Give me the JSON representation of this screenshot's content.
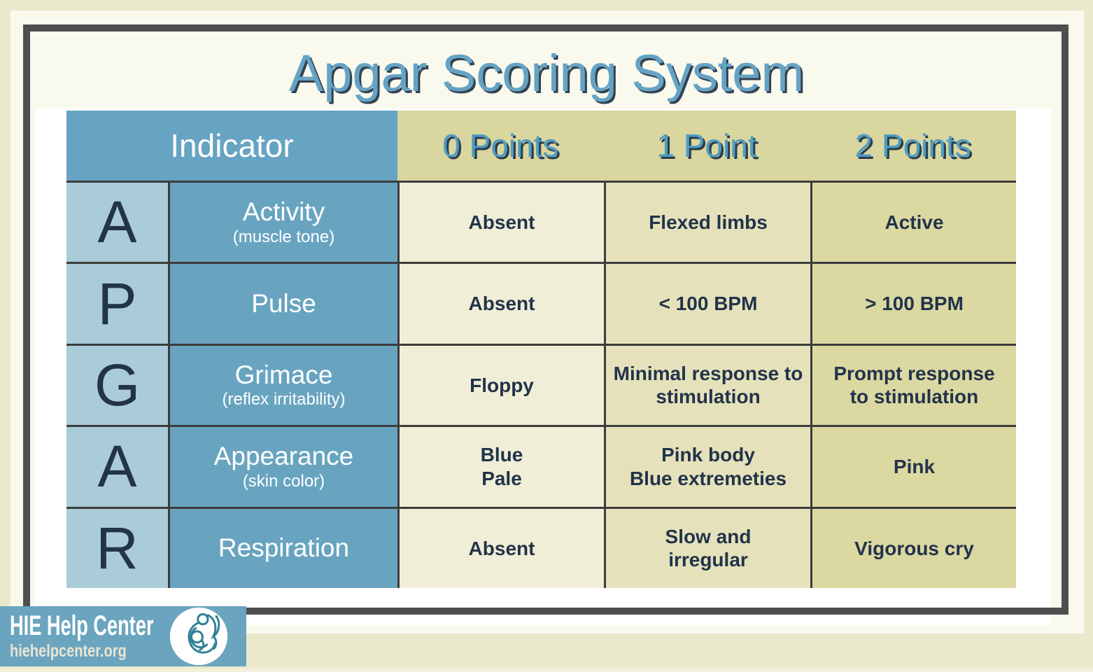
{
  "title": "Apgar Scoring System",
  "table": {
    "indicator_header": "Indicator",
    "point_headers": [
      "0 Points",
      "1 Point",
      "2 Points"
    ],
    "rows": [
      {
        "letter": "A",
        "name": "Activity",
        "subtitle": "(muscle tone)",
        "values": [
          [
            "Absent"
          ],
          [
            "Flexed limbs"
          ],
          [
            "Active"
          ]
        ]
      },
      {
        "letter": "P",
        "name": "Pulse",
        "subtitle": "",
        "values": [
          [
            "Absent"
          ],
          [
            "< 100 BPM"
          ],
          [
            "> 100 BPM"
          ]
        ]
      },
      {
        "letter": "G",
        "name": "Grimace",
        "subtitle": "(reflex irritability)",
        "values": [
          [
            "Floppy"
          ],
          [
            "Minimal response to",
            "stimulation"
          ],
          [
            "Prompt response",
            "to stimulation"
          ]
        ]
      },
      {
        "letter": "A",
        "name": "Appearance",
        "subtitle": "(skin color)",
        "values": [
          [
            "Blue",
            "Pale"
          ],
          [
            "Pink body",
            "Blue extremeties"
          ],
          [
            "Pink"
          ]
        ]
      },
      {
        "letter": "R",
        "name": "Respiration",
        "subtitle": "",
        "values": [
          [
            "Absent"
          ],
          [
            "Slow and",
            "irregular"
          ],
          [
            "Vigorous cry"
          ]
        ]
      }
    ]
  },
  "footer": {
    "brand": "HIE Help Center",
    "website": "hiehelpcenter.org",
    "logo_icon": "mother-and-baby-icon"
  },
  "colors": {
    "outer_background": "#ebe9cb",
    "panel_cream": "#faf9ee",
    "frame_dark": "#4f4f4f",
    "content_white": "#ffffff",
    "header_blue": "#67a3c2",
    "letter_column_blue": "#a9ccd8",
    "name_column_blue": "#68a4c0",
    "points_header_khaki": "#d9d69f",
    "score_col_0": "#f0eed7",
    "score_col_1": "#e5e2bb",
    "score_col_2": "#dbd8a2",
    "grid_line": "#3c3c3c",
    "navy_text": "#22334a",
    "title_blue": "#65a3c5",
    "banner_blue": "#6ba4bf",
    "logo_teal": "#2e7f96"
  }
}
